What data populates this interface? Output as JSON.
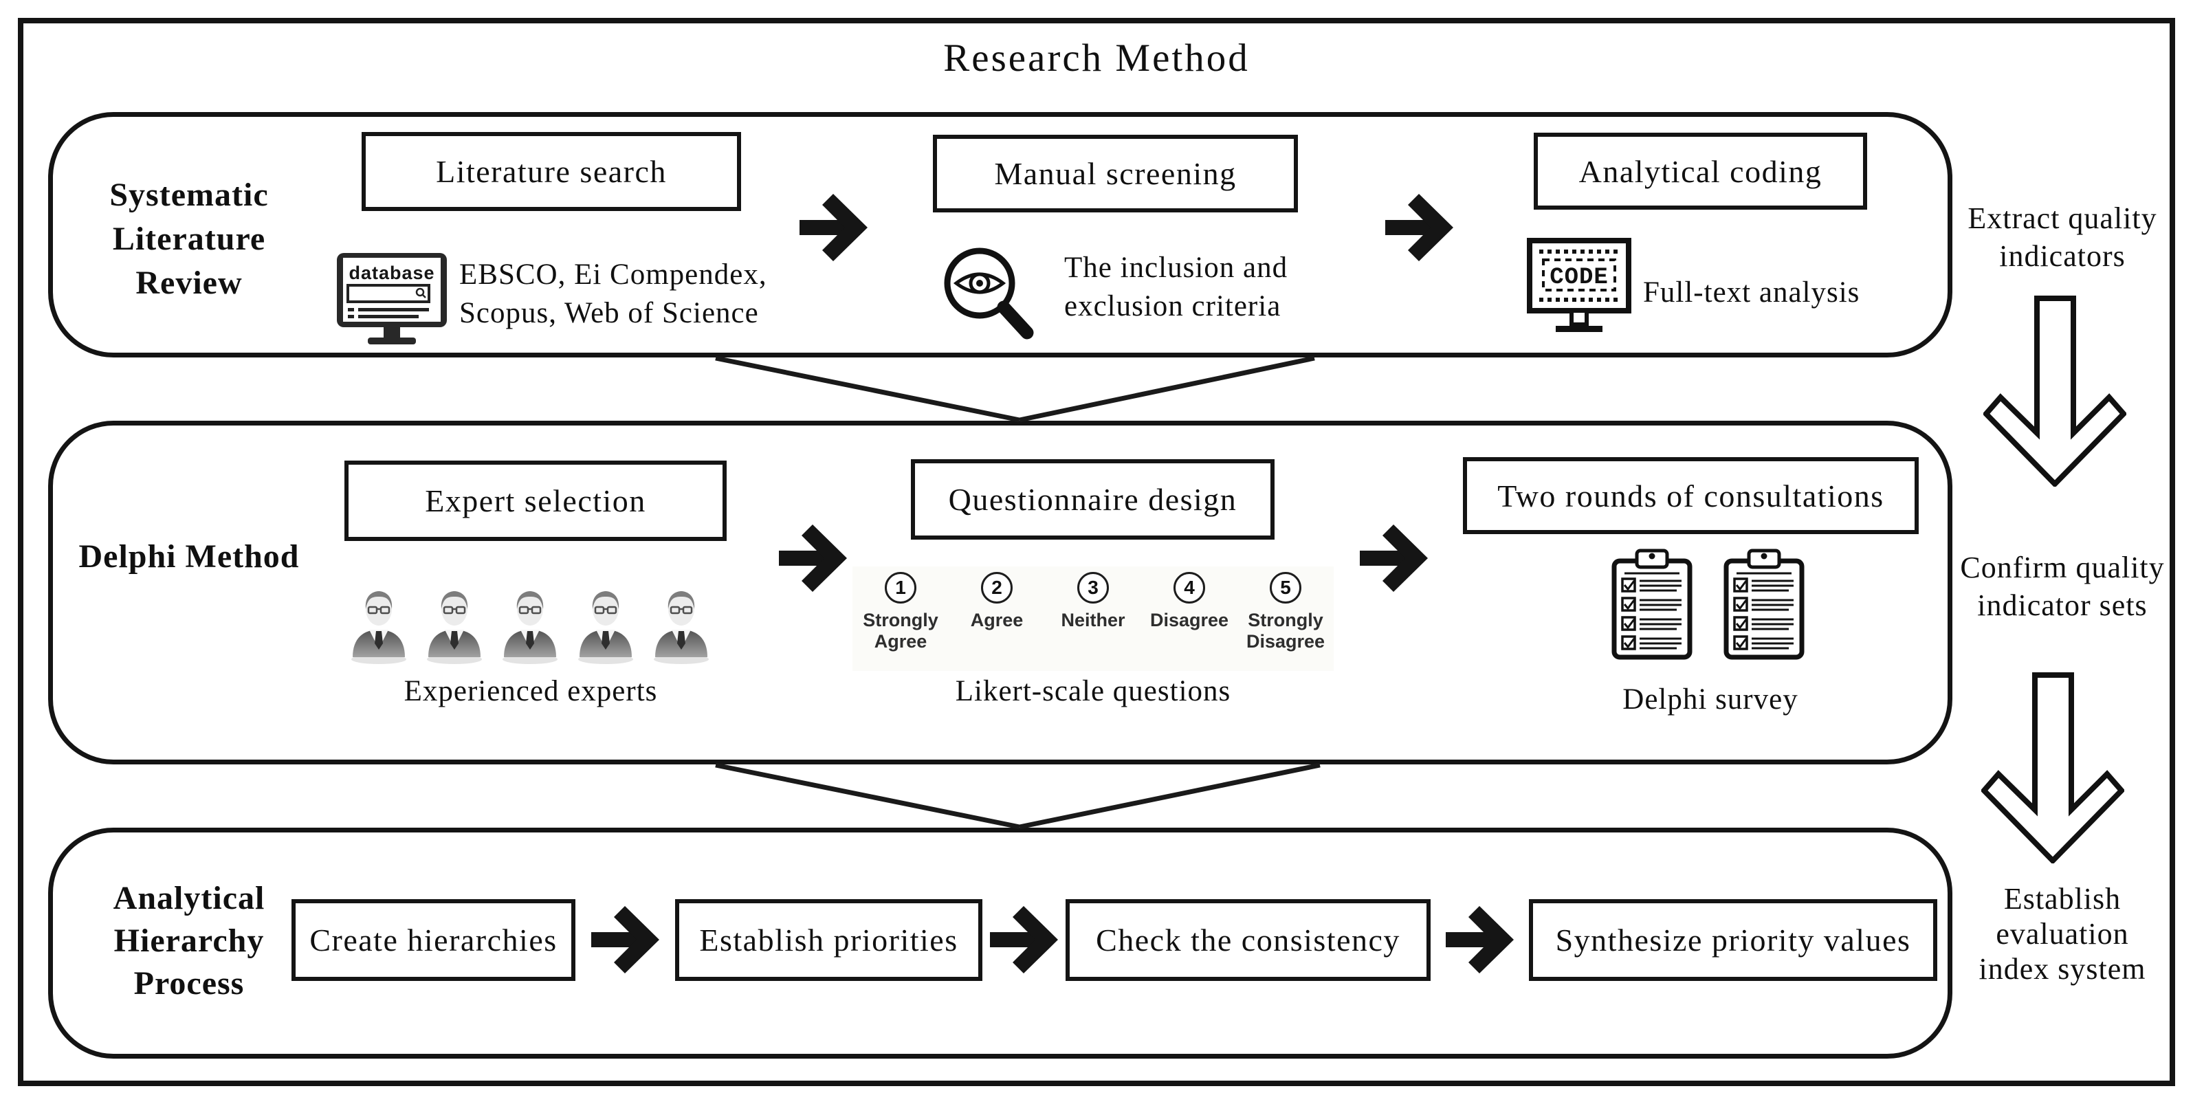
{
  "title": "Research Method",
  "rows": {
    "slr": {
      "label_lines": [
        "Systematic",
        "Literature",
        "Review"
      ],
      "boxes": [
        "Literature search",
        "Manual screening",
        "Analytical coding"
      ],
      "database_icon_label": "database",
      "database_caption_lines": [
        "EBSCO, Ei Compendex,",
        "Scopus, Web of Science"
      ],
      "screening_caption_lines": [
        "The inclusion and",
        "exclusion criteria"
      ],
      "code_icon_label": "CODE",
      "coding_caption": "Full-text analysis"
    },
    "delphi": {
      "label_lines": [
        "Delphi",
        "Method"
      ],
      "boxes": [
        "Expert selection",
        "Questionnaire design",
        "Two rounds of consultations"
      ],
      "experts_caption": "Experienced experts",
      "likert_caption": "Likert-scale questions",
      "survey_caption": "Delphi survey",
      "likert_scale": [
        {
          "num": "1",
          "label_lines": [
            "Strongly",
            "Agree"
          ]
        },
        {
          "num": "2",
          "label_lines": [
            "Agree"
          ]
        },
        {
          "num": "3",
          "label_lines": [
            "Neither"
          ]
        },
        {
          "num": "4",
          "label_lines": [
            "Disagree"
          ]
        },
        {
          "num": "5",
          "label_lines": [
            "Strongly",
            "Disagree"
          ]
        }
      ]
    },
    "ahp": {
      "label_lines": [
        "Analytical",
        "Hierarchy",
        "Process"
      ],
      "boxes": [
        "Create hierarchies",
        "Establish priorities",
        "Check the consistency",
        "Synthesize priority values"
      ]
    }
  },
  "side": {
    "extract_lines": [
      "Extract quality",
      "indicators"
    ],
    "confirm_lines": [
      "Confirm quality",
      "indicator sets"
    ],
    "establish_lines": [
      "Establish",
      "evaluation",
      "index system"
    ]
  },
  "colors": {
    "ink": "#141414",
    "background": "#ffffff",
    "person_gray": "#6e6e6e"
  }
}
